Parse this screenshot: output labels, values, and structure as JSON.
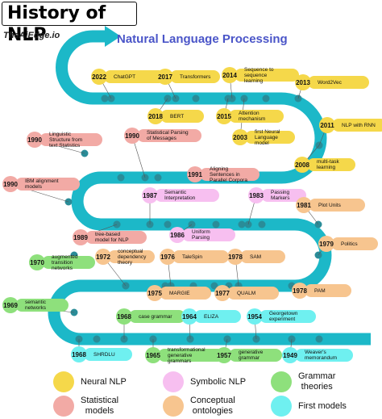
{
  "header": {
    "title": "History of NLP",
    "credit": "TheAiEdge.io",
    "banner": "Natural Language Processing"
  },
  "colors": {
    "track": "#1cb8c8",
    "dot": "#2a8c98",
    "banner_text": "#4a55c8",
    "neural": "#f5d84a",
    "statistical": "#f2aaa5",
    "symbolic": "#f7bff0",
    "grammar": "#8ee07c",
    "conceptual": "#f7c58f",
    "first": "#6ff0f0"
  },
  "events": [
    {
      "year": "2022",
      "label": "ChatGPT",
      "category": "neural"
    },
    {
      "year": "2017",
      "label": "Transformers",
      "category": "neural"
    },
    {
      "year": "2014",
      "label": "Sequence to\nsequence\nlearning",
      "category": "neural"
    },
    {
      "year": "2013",
      "label": "Word2Vec",
      "category": "neural"
    },
    {
      "year": "2018",
      "label": "BERT",
      "category": "neural"
    },
    {
      "year": "2015",
      "label": "Attention\nmechanism",
      "category": "neural"
    },
    {
      "year": "2003",
      "label": "first Neural\nLanguage\nmodel",
      "category": "neural"
    },
    {
      "year": "2011",
      "label": "NLP with RNN",
      "category": "neural"
    },
    {
      "year": "1990",
      "label": "Linguistic\nStructure from\ntext Statistics",
      "category": "statistical"
    },
    {
      "year": "1990",
      "label": "Statistical Parsing\nof Messages",
      "category": "statistical"
    },
    {
      "year": "2008",
      "label": "multi-task\nlearning",
      "category": "neural"
    },
    {
      "year": "1991",
      "label": "Aligning\nSentences in\nParallel Corpora",
      "category": "statistical"
    },
    {
      "year": "1990",
      "label": "IBM alignment\nmodels",
      "category": "statistical"
    },
    {
      "year": "1987",
      "label": "Semantic\nInterpretation",
      "category": "symbolic"
    },
    {
      "year": "1983",
      "label": "Passing\nMarkers",
      "category": "symbolic"
    },
    {
      "year": "1981",
      "label": "Plot Units",
      "category": "conceptual"
    },
    {
      "year": "1989",
      "label": "tree-based\nmodel for NLP",
      "category": "statistical"
    },
    {
      "year": "1986",
      "label": "Uniform\nParsing",
      "category": "symbolic"
    },
    {
      "year": "1979",
      "label": "Politics",
      "category": "conceptual"
    },
    {
      "year": "1970",
      "label": "augmented\ntransition\nnetworks",
      "category": "grammar"
    },
    {
      "year": "1972",
      "label": "conceptual\ndependency\ntheory",
      "category": "conceptual"
    },
    {
      "year": "1976",
      "label": "TaleSpin",
      "category": "conceptual"
    },
    {
      "year": "1978",
      "label": "SAM",
      "category": "conceptual"
    },
    {
      "year": "1975",
      "label": "MARGIE",
      "category": "conceptual"
    },
    {
      "year": "1977",
      "label": "QUALM",
      "category": "conceptual"
    },
    {
      "year": "1978",
      "label": "PAM",
      "category": "conceptual"
    },
    {
      "year": "1969",
      "label": "semantic\nnetworks",
      "category": "grammar"
    },
    {
      "year": "1968",
      "label": "case grammar",
      "category": "grammar"
    },
    {
      "year": "1964",
      "label": "ELIZA",
      "category": "first"
    },
    {
      "year": "1954",
      "label": "Georgetown\nexperiment",
      "category": "first"
    },
    {
      "year": "1968",
      "label": "SHRDLU",
      "category": "first"
    },
    {
      "year": "1965",
      "label": "transformational\ngenerative\ngrammars",
      "category": "grammar"
    },
    {
      "year": "1957",
      "label": "generative\ngrammar",
      "category": "grammar"
    },
    {
      "year": "1949",
      "label": "Weaver's\nmemorandum",
      "category": "first"
    }
  ],
  "legend": [
    {
      "label": "Neural NLP",
      "category": "neural"
    },
    {
      "label": "Symbolic NLP",
      "category": "symbolic"
    },
    {
      "label": "Grammar\ntheories",
      "category": "grammar"
    },
    {
      "label": "Statistical\nmodels",
      "category": "statistical"
    },
    {
      "label": "Conceptual\nontologies",
      "category": "conceptual"
    },
    {
      "label": "First models",
      "category": "first"
    }
  ]
}
